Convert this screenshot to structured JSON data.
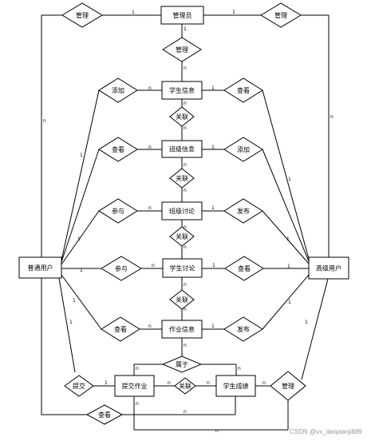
{
  "entities": {
    "admin": "管理员",
    "student_info": "学生信息",
    "class_info": "班级信息",
    "class_discussion": "班级讨论",
    "student_discussion": "学生讨论",
    "homework_info": "作业信息",
    "submit_homework": "提交作业",
    "student_score": "学生成绩",
    "normal_user": "普通用户",
    "senior_user": "高级用户"
  },
  "relations": {
    "top_left": "管理",
    "top_right": "管理",
    "admin_mid": "管理",
    "add1": "添加",
    "view1": "查看",
    "link1": "关联",
    "view2": "查看",
    "add2": "添加",
    "link2": "关联",
    "join1": "参与",
    "publish1": "发布",
    "link3": "关联",
    "join2": "参与",
    "view3": "查看",
    "link4": "关联",
    "view4": "查看",
    "publish2": "发布",
    "belong": "属于",
    "submit": "提交",
    "link5": "关联",
    "manage_bottom": "管理",
    "view_bottom": "查看"
  },
  "cardinalities": {
    "one": "1",
    "many": "n"
  },
  "watermark": "CSDN @vx_danpianji889"
}
